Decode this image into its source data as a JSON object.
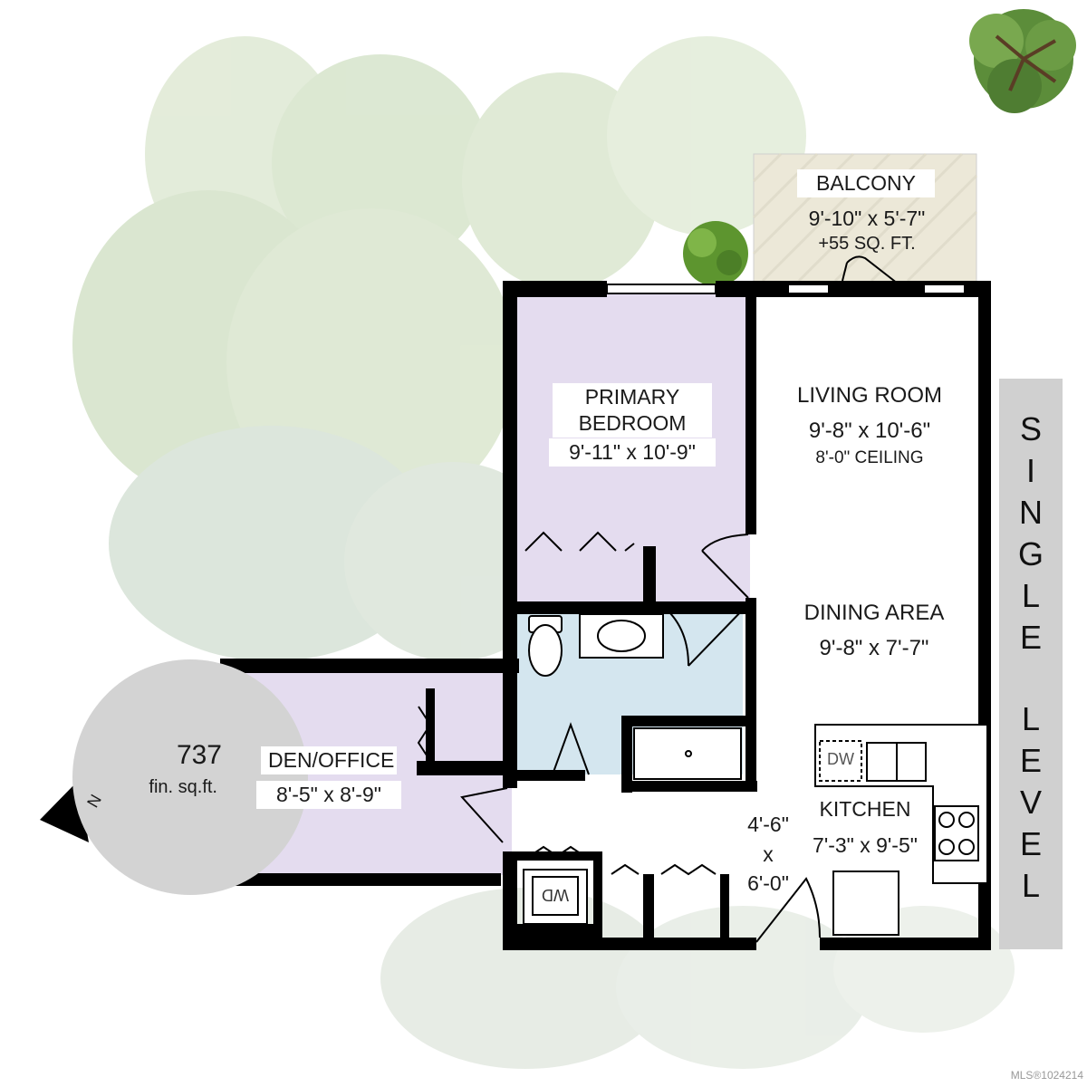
{
  "total_area": {
    "value": "737",
    "unit": "fin. sq.ft."
  },
  "compass": {
    "label": "N",
    "icon": "north-arrow-icon"
  },
  "level_banner": {
    "letters_top": [
      "S",
      "I",
      "N",
      "G",
      "L",
      "E"
    ],
    "letters_bottom": [
      "L",
      "E",
      "V",
      "E",
      "L"
    ]
  },
  "rooms": {
    "balcony": {
      "name": "BALCONY",
      "dimensions": "9'-10\" x 5'-7\"",
      "extra": "+55 SQ. FT."
    },
    "primary_bedroom": {
      "name_line1": "PRIMARY",
      "name_line2": "BEDROOM",
      "dimensions": "9'-11\" x 10'-9\""
    },
    "living_room": {
      "name": "LIVING ROOM",
      "dimensions": "9'-8\" x 10'-6\"",
      "ceiling": "8'-0\" CEILING"
    },
    "dining_area": {
      "name": "DINING AREA",
      "dimensions": "9'-8\" x 7'-7\""
    },
    "den_office": {
      "name": "DEN/OFFICE",
      "dimensions": "8'-5\" x 8'-9\""
    },
    "kitchen": {
      "name": "KITCHEN",
      "dimensions": "7'-3\" x 9'-5\""
    },
    "entry": {
      "line1": "4'-6\"",
      "line2": "x",
      "line3": "6'-0\""
    }
  },
  "fixtures": {
    "dishwasher": "DW",
    "washer_dryer": "WD"
  },
  "watermark": "MLS®1024214",
  "colors": {
    "bedroom_fill": "#e4dcef",
    "bathroom_fill": "#d4e6ef",
    "wall": "#000000",
    "foliage": "#dbe8cf",
    "banner": "#d0d0d0"
  }
}
